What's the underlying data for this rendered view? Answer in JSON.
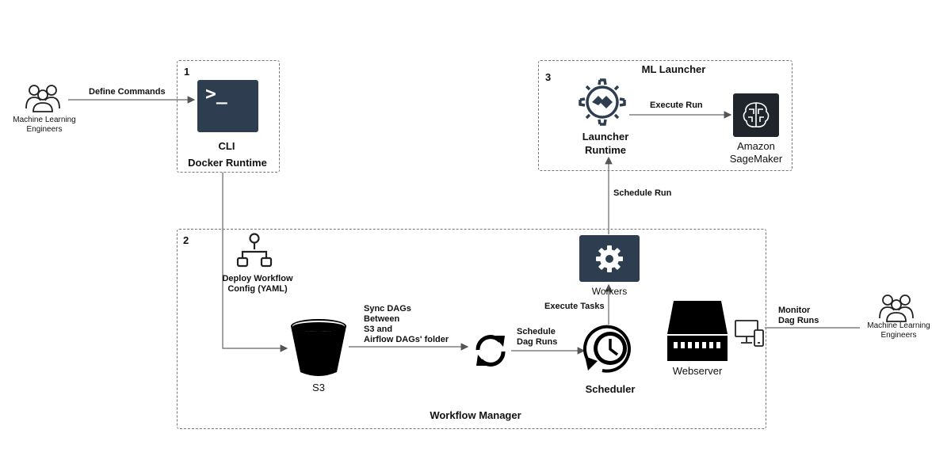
{
  "diagram": {
    "groups": {
      "cli_group": {
        "number": "1"
      },
      "workflow_group": {
        "number": "2",
        "title": "Workflow Manager"
      },
      "ml_group": {
        "number": "3",
        "title": "ML Launcher"
      }
    },
    "nodes": {
      "engineers_left": {
        "label": "Machine Learning\nEngineers",
        "icon": "people-icon"
      },
      "cli": {
        "title": "CLI",
        "subtitle": "Docker Runtime",
        "icon": "terminal-icon",
        "icon_text": ">_"
      },
      "workflow_config": {
        "label": "Deploy Workflow\nConfig (YAML)",
        "icon": "workflow-icon"
      },
      "s3": {
        "label": "S3",
        "icon": "bucket-icon"
      },
      "sync": {
        "icon": "sync-icon"
      },
      "scheduler": {
        "label": "Scheduler",
        "icon": "clock-icon"
      },
      "workers": {
        "label": "Workers",
        "icon": "gear-icon"
      },
      "webserver": {
        "label": "Webserver",
        "icon": "server-icon"
      },
      "monitor": {
        "icon": "monitor-icon"
      },
      "launcher": {
        "label": "Launcher\nRuntime",
        "icon": "launcher-gear-icon"
      },
      "sagemaker": {
        "label": "Amazon\nSageMaker",
        "icon": "sagemaker-icon"
      },
      "engineers_right": {
        "label": "Machine Learning\nEngineers",
        "icon": "people-icon"
      }
    },
    "edges": {
      "define_commands": "Define Commands",
      "sync_dags": "Sync DAGs\nBetween\nS3 and\nAirflow DAGs' folder",
      "schedule_dag_runs": "Schedule\nDag Runs",
      "execute_tasks": "Execute Tasks",
      "schedule_run": "Schedule Run",
      "execute_run": "Execute Run",
      "monitor_dag_runs": "Monitor\nDag Runs"
    }
  },
  "colors": {
    "tile": "#2e3e50",
    "line": "#666666",
    "border": "#777777"
  }
}
